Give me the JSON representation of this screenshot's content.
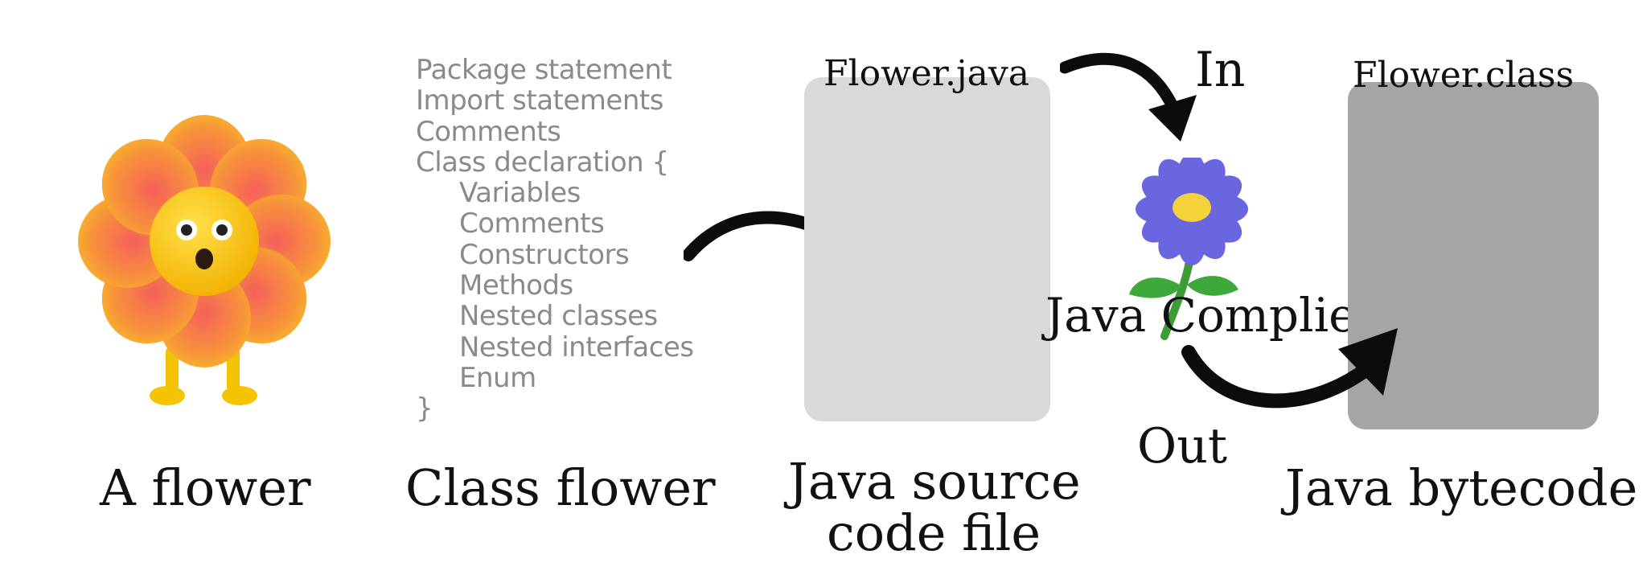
{
  "class_outline": {
    "lines": [
      {
        "text": "Package statement",
        "indent": false
      },
      {
        "text": "Import statements",
        "indent": false
      },
      {
        "text": "Comments",
        "indent": false
      },
      {
        "text": "Class declaration {",
        "indent": false
      },
      {
        "text": "Variables",
        "indent": true
      },
      {
        "text": "Comments",
        "indent": true
      },
      {
        "text": "Constructors",
        "indent": true
      },
      {
        "text": "Methods",
        "indent": true
      },
      {
        "text": "Nested classes",
        "indent": true
      },
      {
        "text": "Nested interfaces",
        "indent": true
      },
      {
        "text": "Enum",
        "indent": true
      },
      {
        "text": "}",
        "indent": false
      }
    ]
  },
  "source_file": {
    "label": "Flower.java",
    "card_color": "#d9d9d9"
  },
  "compiler": {
    "label": "Java Complier",
    "in_label": "In",
    "out_label": "Out"
  },
  "bytecode_file": {
    "label": "Flower.class",
    "card_color": "#a5a5a5"
  },
  "captions": {
    "flower": "A flower",
    "class_flower": "Class flower",
    "source_line1": "Java source",
    "source_line2": "code file",
    "bytecode": "Java bytecode"
  },
  "icons": {
    "mascot": "cartoon-flower-mascot-icon",
    "compiler_flower": "blue-flower-icon"
  }
}
